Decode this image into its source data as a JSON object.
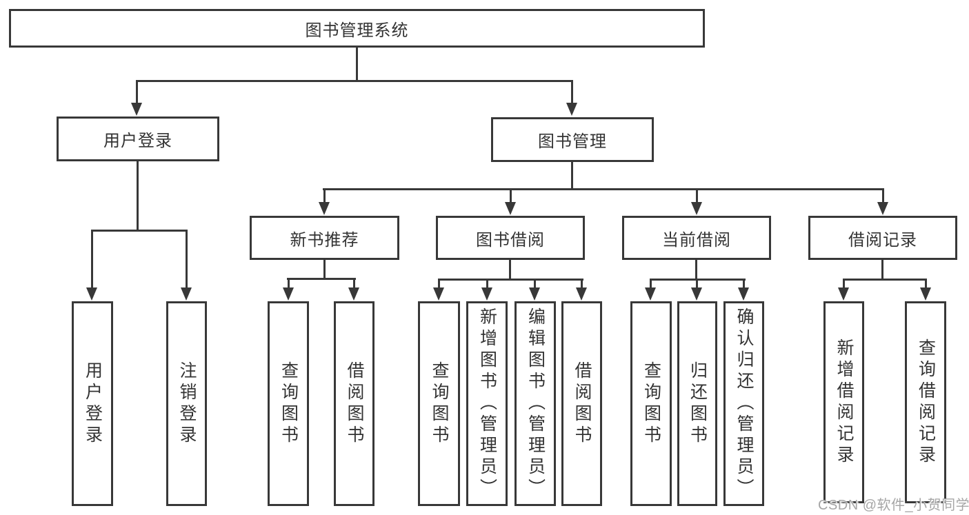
{
  "tree": {
    "root": {
      "label": "图书管理系统",
      "children": [
        {
          "label": "用户登录",
          "children": [
            {
              "label": "用户登录"
            },
            {
              "label": "注销登录"
            }
          ]
        },
        {
          "label": "图书管理",
          "children": [
            {
              "label": "新书推荐",
              "children": [
                {
                  "label": "查询图书"
                },
                {
                  "label": "借阅图书"
                }
              ]
            },
            {
              "label": "图书借阅",
              "children": [
                {
                  "label": "查询图书"
                },
                {
                  "label": "新增图书（管理员）"
                },
                {
                  "label": "编辑图书（管理员）"
                },
                {
                  "label": "借阅图书"
                }
              ]
            },
            {
              "label": "当前借阅",
              "children": [
                {
                  "label": "查询图书"
                },
                {
                  "label": "归还图书"
                },
                {
                  "label": "确认归还（管理员）"
                }
              ]
            },
            {
              "label": "借阅记录",
              "children": [
                {
                  "label": "新增借阅记录"
                },
                {
                  "label": "查询借阅记录"
                }
              ]
            }
          ]
        }
      ]
    }
  },
  "watermark": {
    "text": "CSDN @软件_小贺同学"
  },
  "colors": {
    "line": "#383838",
    "text": "#333333",
    "watermark": "#a6a6a6",
    "background": "#ffffff"
  }
}
